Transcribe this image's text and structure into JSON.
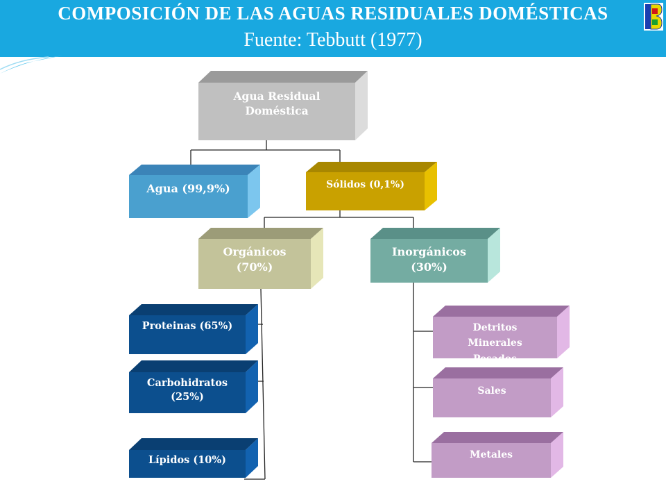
{
  "header": {
    "title": "COMPOSICIÓN DE LAS AGUAS RESIDUALES DOMÉSTICAS",
    "subtitle": "Fuente: Tebbutt (1977)"
  },
  "nodes": {
    "root": {
      "line1": "Agua Residual",
      "line2": "Doméstica"
    },
    "agua": {
      "label": "Agua (99,9%)"
    },
    "solidos": {
      "label": "Sólidos (0,1%)"
    },
    "organicos": {
      "line1": "Orgánicos",
      "line2": "(70%)"
    },
    "inorganicos": {
      "line1": "Inorgánicos",
      "line2": "(30%)"
    },
    "proteinas": {
      "label": "Proteinas (65%)"
    },
    "carbohidratos": {
      "line1": "Carbohidratos",
      "line2": "(25%)"
    },
    "lipidos": {
      "label": "Lípidos (10%)"
    },
    "detritos": {
      "line1": "Detritos",
      "line2": "Minerales",
      "line3": "Pesados"
    },
    "sales": {
      "label": "Sales"
    },
    "metales": {
      "label": "Metales"
    }
  },
  "colors": {
    "header_bg": "#19a8e0",
    "root": "#c0c0c0",
    "agua": "#4aa0cf",
    "solidos": "#c9a100",
    "organicos": "#c3c39a",
    "inorganicos": "#74aca2",
    "leaf_dark_blue": "#0c4f8e",
    "leaf_purple": "#c29cc6"
  }
}
